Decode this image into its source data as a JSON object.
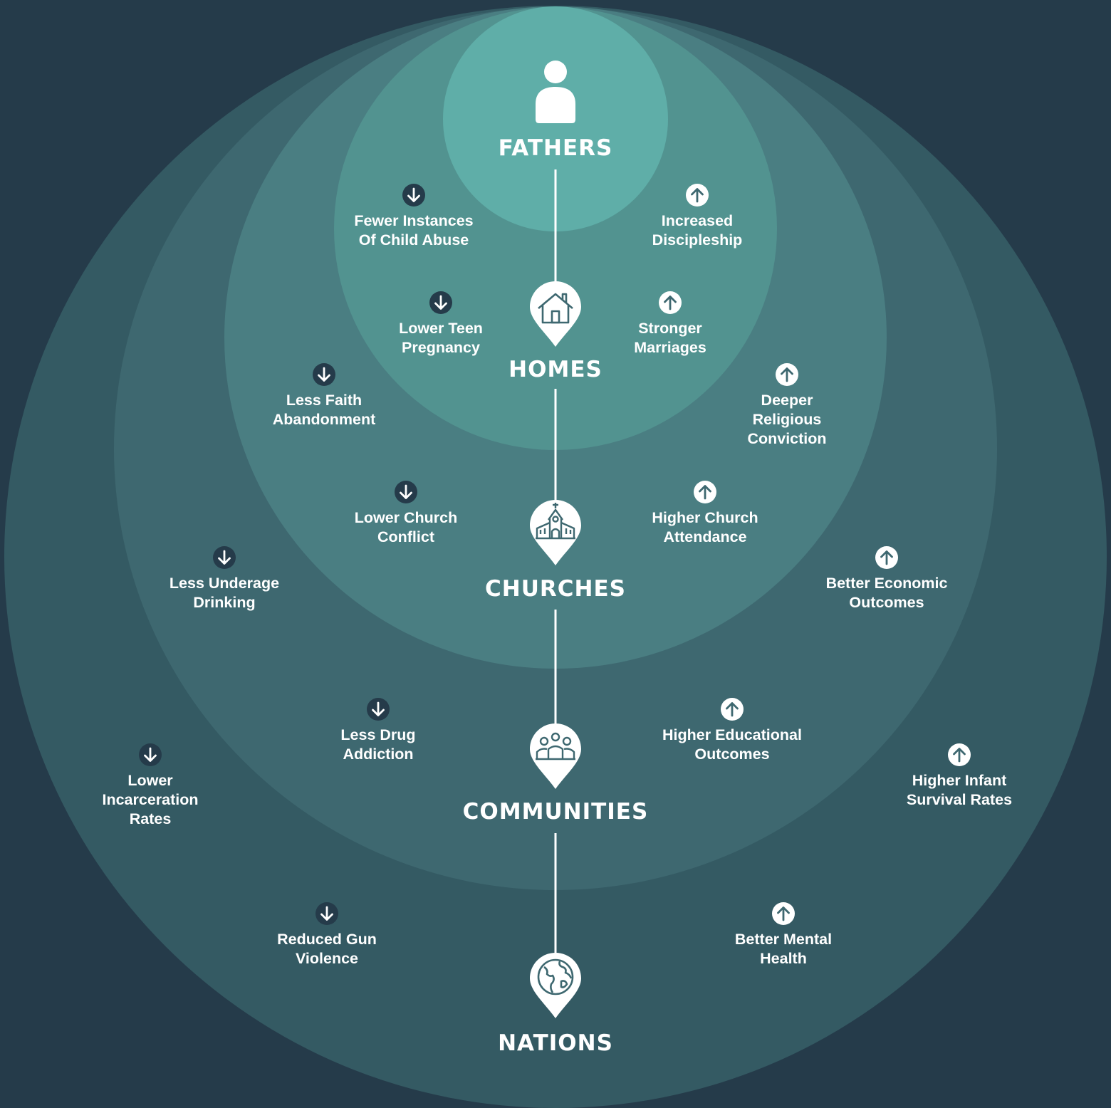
{
  "colors": {
    "background": "#253b4a",
    "ring_nations": "#345a63",
    "ring_communities": "#3e6870",
    "ring_churches": "#4a7e82",
    "ring_homes": "#529390",
    "ring_fathers": "#5faea8",
    "connector": "#ffffff",
    "down_arrow_fill": "#253b4a",
    "up_arrow_fill": "#ffffff"
  },
  "levels": [
    {
      "label": "FATHERS",
      "icon": "person-icon"
    },
    {
      "label": "HOMES",
      "icon": "house-icon"
    },
    {
      "label": "CHURCHES",
      "icon": "church-icon"
    },
    {
      "label": "COMMUNITIES",
      "icon": "people-group-icon"
    },
    {
      "label": "NATIONS",
      "icon": "globe-icon"
    }
  ],
  "effects": [
    {
      "text": "Fewer Instances\nOf Child Abuse",
      "direction": "down"
    },
    {
      "text": "Increased\nDiscipleship",
      "direction": "up"
    },
    {
      "text": "Lower Teen\nPregnancy",
      "direction": "down"
    },
    {
      "text": "Stronger\nMarriages",
      "direction": "up"
    },
    {
      "text": "Less Faith\nAbandonment",
      "direction": "down"
    },
    {
      "text": "Deeper\nReligious\nConviction",
      "direction": "up"
    },
    {
      "text": "Lower Church\nConflict",
      "direction": "down"
    },
    {
      "text": "Higher Church\nAttendance",
      "direction": "up"
    },
    {
      "text": "Less Underage\nDrinking",
      "direction": "down"
    },
    {
      "text": "Better Economic\nOutcomes",
      "direction": "up"
    },
    {
      "text": "Less Drug\nAddiction",
      "direction": "down"
    },
    {
      "text": "Higher Educational\nOutcomes",
      "direction": "up"
    },
    {
      "text": "Lower\nIncarceration\nRates",
      "direction": "down"
    },
    {
      "text": "Higher Infant\nSurvival Rates",
      "direction": "up"
    },
    {
      "text": "Reduced Gun\nViolence",
      "direction": "down"
    },
    {
      "text": "Better Mental\nHealth",
      "direction": "up"
    }
  ]
}
